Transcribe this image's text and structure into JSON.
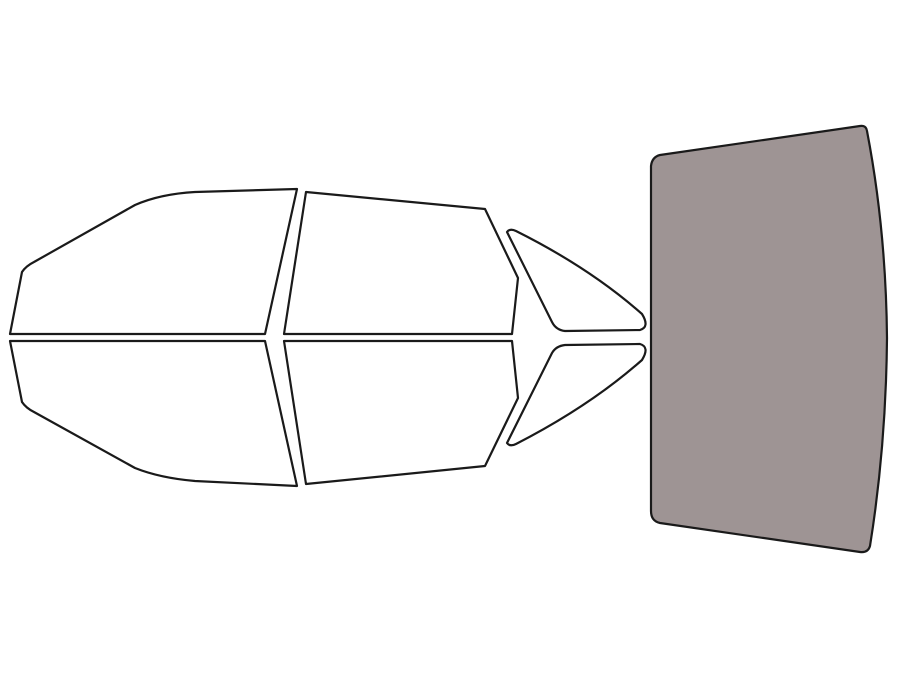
{
  "colors": {
    "background": "#ffffff",
    "outline": "#1a1a1a",
    "unfilled_pane": "#ffffff",
    "tinted_pane": "#9e9494"
  },
  "panes": [
    {
      "name": "front-door-window-top",
      "tinted": false
    },
    {
      "name": "rear-door-window-top",
      "tinted": false
    },
    {
      "name": "quarter-window-top",
      "tinted": false
    },
    {
      "name": "front-door-window-bottom",
      "tinted": false
    },
    {
      "name": "rear-door-window-bottom",
      "tinted": false
    },
    {
      "name": "quarter-window-bottom",
      "tinted": false
    },
    {
      "name": "rear-windshield",
      "tinted": true
    }
  ]
}
